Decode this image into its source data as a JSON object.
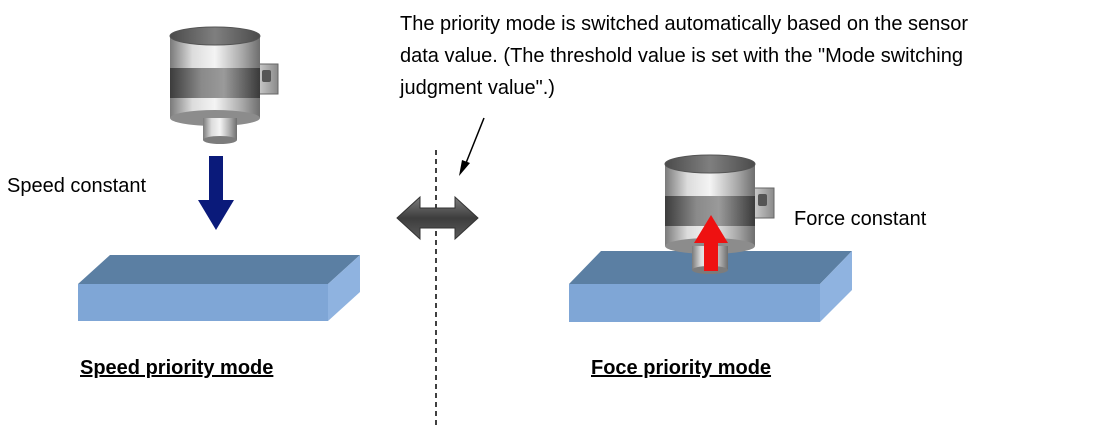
{
  "note": {
    "lines": [
      "The priority mode is switched automatically based on the sensor",
      "data value. (The threshold value is set with the \"Mode switching",
      "judgment value\".)"
    ]
  },
  "labels": {
    "speed_constant": "Speed constant",
    "force_constant": "Force constant"
  },
  "modes": {
    "speed": "Speed priority mode",
    "force": "Foce priority mode"
  },
  "colors": {
    "speed_arrow": "#0a1a7a",
    "force_arrow": "#ee1111",
    "plate_top": "#5b7fa3",
    "plate_front": "#7fa6d6",
    "plate_side": "#8fb3e0",
    "switch_arrow": "#555555"
  },
  "icons": {
    "sensor": "sensor-icon",
    "switch": "double-arrow-icon"
  }
}
